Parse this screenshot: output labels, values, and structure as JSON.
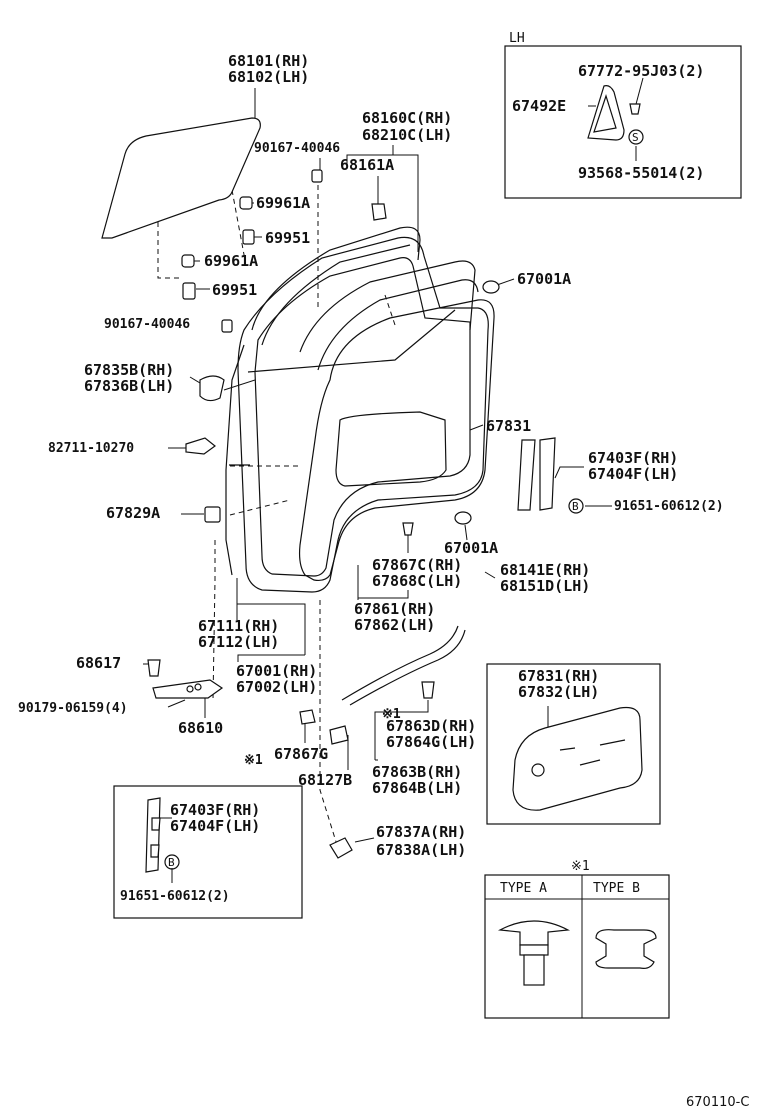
{
  "labels": {
    "p68101": "68101(RH)",
    "p68102": "68102(LH)",
    "p68160c": "68160C(RH)",
    "p68210c": "68210C(LH)",
    "p90167a": "90167-40046",
    "p68161a": "68161A",
    "p69961a_1": "69961A",
    "p69951_1": "69951",
    "p69961a_2": "69961A",
    "p69951_2": "69951",
    "p67001a_1": "67001A",
    "p90167b": "90167-40046",
    "p67835b": "67835B(RH)",
    "p67836b": "67836B(LH)",
    "p67831": "67831",
    "p82711": "82711-10270",
    "p67403f": "67403F(RH)",
    "p67404f": "67404F(LH)",
    "p91651": "91651-60612(2)",
    "p67829a": "67829A",
    "p67001a_2": "67001A",
    "p67867c": "67867C(RH)",
    "p67868c": "67868C(LH)",
    "p68141e": "68141E(RH)",
    "p68151d": "68151D(LH)",
    "p67861": "67861(RH)",
    "p67862": "67862(LH)",
    "p67111": "67111(RH)",
    "p67112": "67112(LH)",
    "p67001": "67001(RH)",
    "p67002": "67002(LH)",
    "p68617": "68617",
    "p90179": "90179-06159(4)",
    "p68610": "68610",
    "note1_a": "※1",
    "p67863d": "67863D(RH)",
    "p67864g": "67864G(LH)",
    "p67867g": "67867G",
    "note1_b": "※1",
    "p68127b": "68127B",
    "p67863b": "67863B(RH)",
    "p67864b": "67864B(LH)",
    "p67837a": "67837A(RH)",
    "p67838a": "67838A(LH)",
    "p67831rh": "67831(RH)",
    "p67832lh": "67832(LH)"
  },
  "inset_lh": {
    "title": "LH",
    "p67772": "67772-95J03(2)",
    "p67492e": "67492E",
    "p93568": "93568-55014(2)"
  },
  "inset_bottom_left": {
    "p67403f": "67403F(RH)",
    "p67404f": "67404F(LH)",
    "p91651": "91651-60612(2)",
    "marker": "B"
  },
  "marker_b": "B",
  "marker_s": "S",
  "clip_table": {
    "note": "※1",
    "type_a": "TYPE A",
    "type_b": "TYPE B"
  },
  "diagram_code": "670110-C"
}
